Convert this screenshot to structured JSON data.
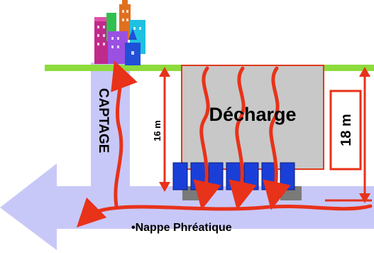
{
  "labels": {
    "decharge": "Décharge",
    "captage": "CAPTAGE",
    "nappe": "•Nappe  Phréatique",
    "depth_left": "16 m",
    "depth_right": "18 m"
  },
  "colors": {
    "ground": "#8ddc3c",
    "lavender": "#c8c8f8",
    "landfill": "#c8c8c8",
    "landfill_border": "#e03a1a",
    "red": "#e8321a",
    "barrier_blue": "#1a3fd8",
    "barrier_gray": "#7a7a7a"
  },
  "icons": {
    "buildings": "city-buildings-icon"
  }
}
